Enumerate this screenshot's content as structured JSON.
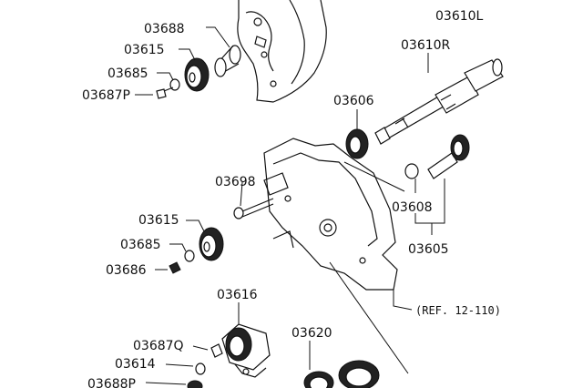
{
  "labels": {
    "p03610l": "03610L",
    "p03688_top": "03688",
    "p03615_top": "03615",
    "p03610r": "03610R",
    "p03685_top": "03685",
    "p03687p": "03687P",
    "p03606": "03606",
    "p03698": "03698",
    "p03608": "03608",
    "p03615_mid": "03615",
    "p03685_mid": "03685",
    "p03605": "03605",
    "p03686": "03686",
    "ref": "(REF. 12-110)",
    "p03616": "03616",
    "p03620": "03620",
    "p03687q": "03687Q",
    "p03614": "03614",
    "p03688p": "03688P"
  }
}
